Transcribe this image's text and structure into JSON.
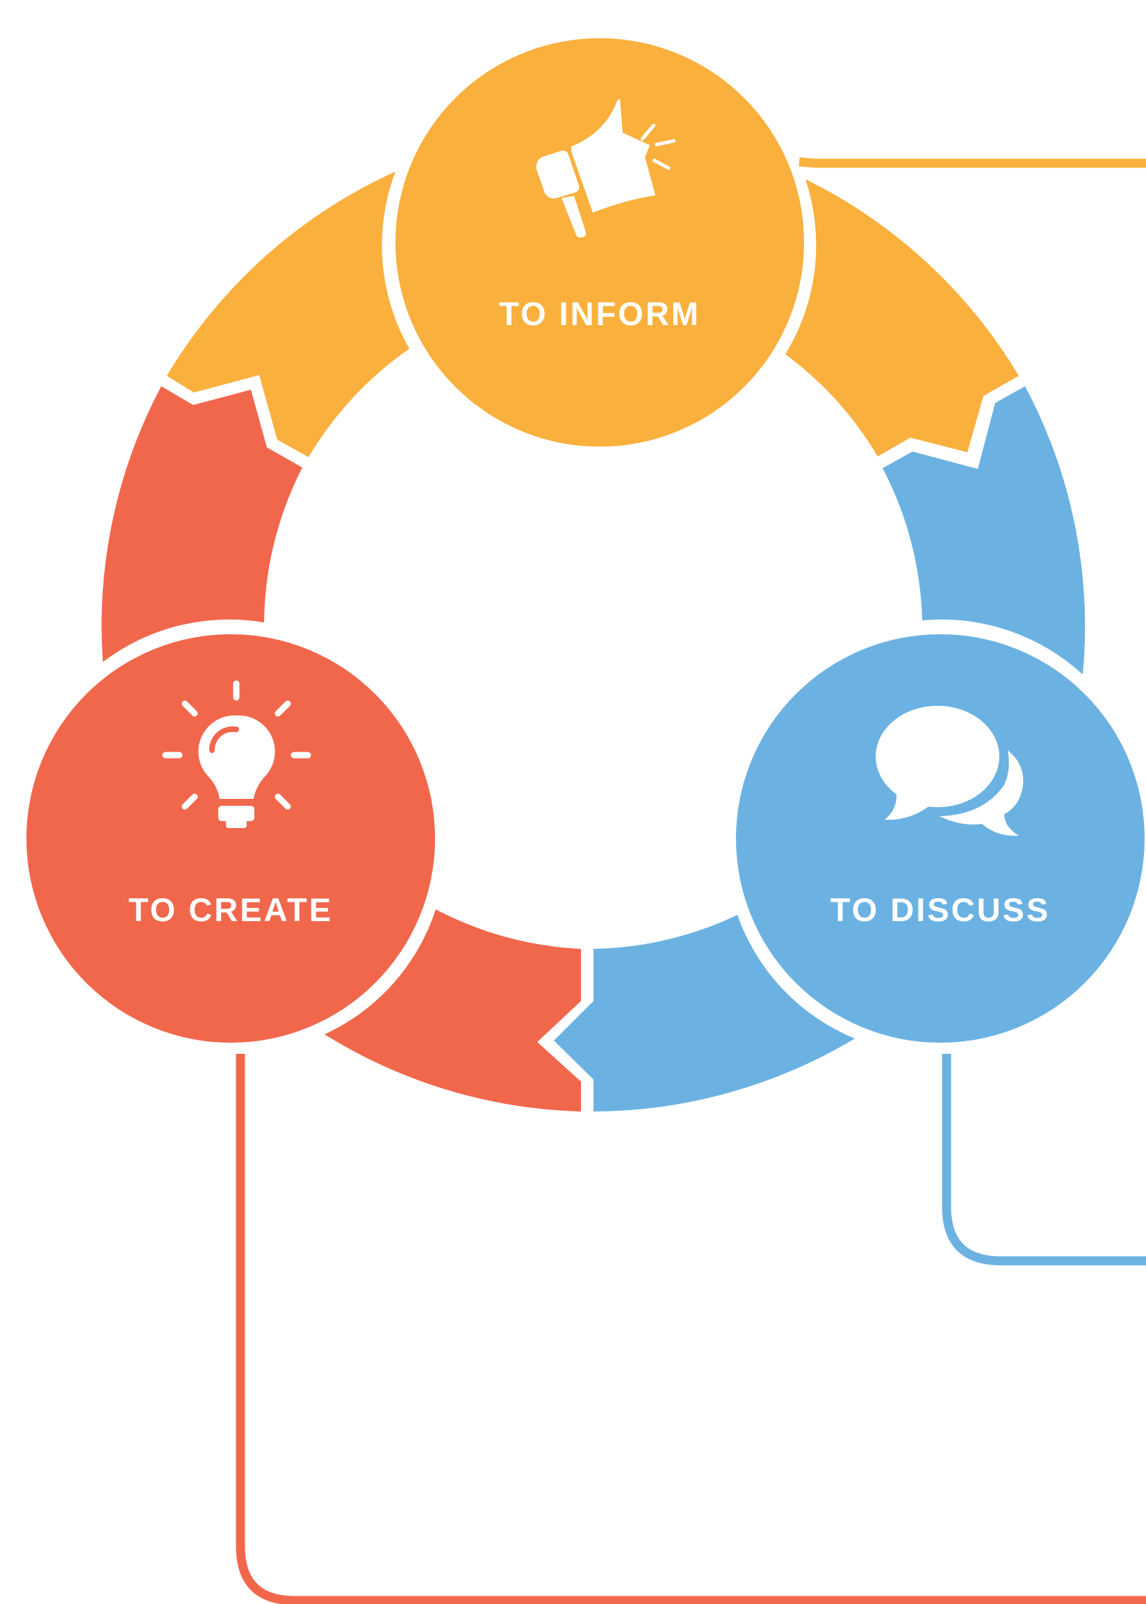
{
  "colors": {
    "inform": "#F9B03D",
    "discuss": "#6BB2E2",
    "create": "#F1674C",
    "background": "#FFFFFF",
    "icon": "#FFFFFF"
  },
  "nodes": [
    {
      "id": "inform",
      "label": "TO INFORM",
      "icon": "megaphone-icon"
    },
    {
      "id": "discuss",
      "label": "TO DISCUSS",
      "icon": "speech-bubbles-icon"
    },
    {
      "id": "create",
      "label": "TO CREATE",
      "icon": "lightbulb-icon"
    }
  ]
}
